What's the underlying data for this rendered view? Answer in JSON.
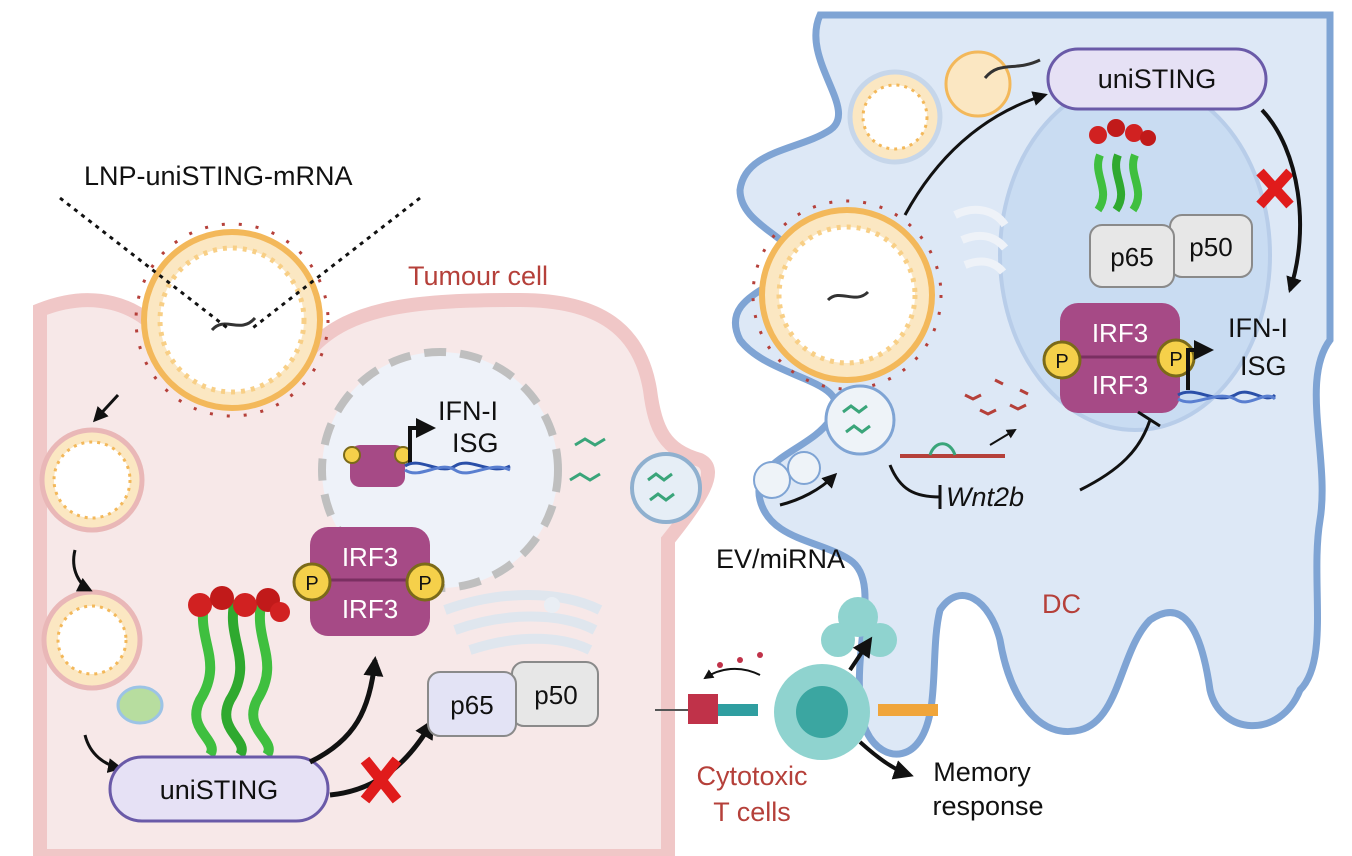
{
  "labels": {
    "lnp": "LNP-uniSTING-mRNA",
    "tumour_cell": "Tumour cell",
    "dc": "DC",
    "ev_mirna": "EV/miRNA",
    "cytotoxic_line1": "Cytotoxic",
    "cytotoxic_line2": "T cells",
    "memory_line1": "Memory",
    "memory_line2": "response",
    "wnt2b": "Wnt2b",
    "unisting": "uniSTING",
    "irf3": "IRF3",
    "p_label": "P",
    "p65": "p65",
    "p50": "p50",
    "ifn": "IFN-I",
    "isg": "ISG"
  },
  "colors": {
    "tumour_fill": "#f7e8e8",
    "tumour_membrane": "#f0c7c7",
    "dc_fill": "#dde8f6",
    "dc_border": "#7fa4d4",
    "label_red": "#b5403a",
    "irf3": "#a64a86",
    "unisting_fill": "#e6e1f5",
    "phospho": "#f5d04a"
  }
}
